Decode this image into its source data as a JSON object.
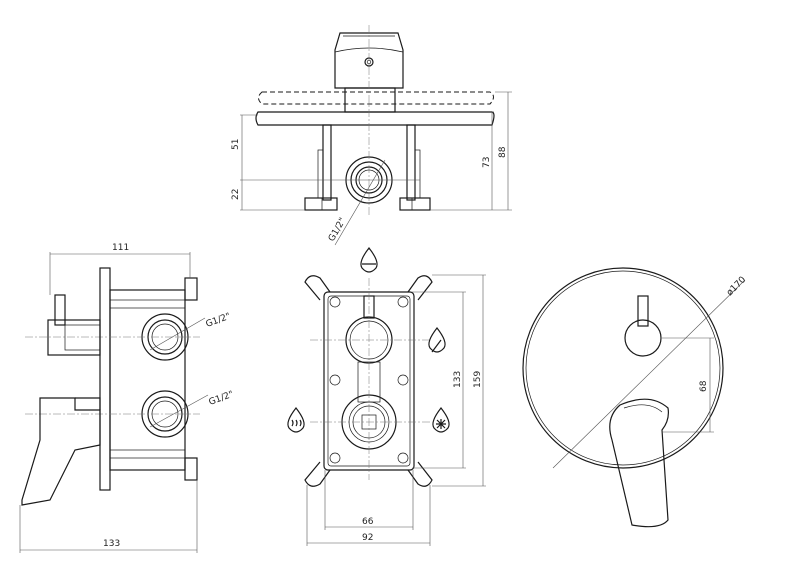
{
  "top_view": {
    "dim_51": "51",
    "dim_22": "22",
    "dim_73": "73",
    "dim_88": "88",
    "thread": "G1/2\""
  },
  "side_view": {
    "dim_111": "111",
    "dim_133": "133",
    "thread_upper": "G1/2\"",
    "thread_lower": "G1/2\""
  },
  "front_view": {
    "dim_133": "133",
    "dim_159": "159",
    "dim_66": "66",
    "dim_92": "92",
    "icons": [
      "shower-head-icon",
      "hand-shower-icon",
      "hot-water-icon",
      "cold-water-icon"
    ]
  },
  "plate_view": {
    "dim_68": "68",
    "diameter": "ø170"
  }
}
